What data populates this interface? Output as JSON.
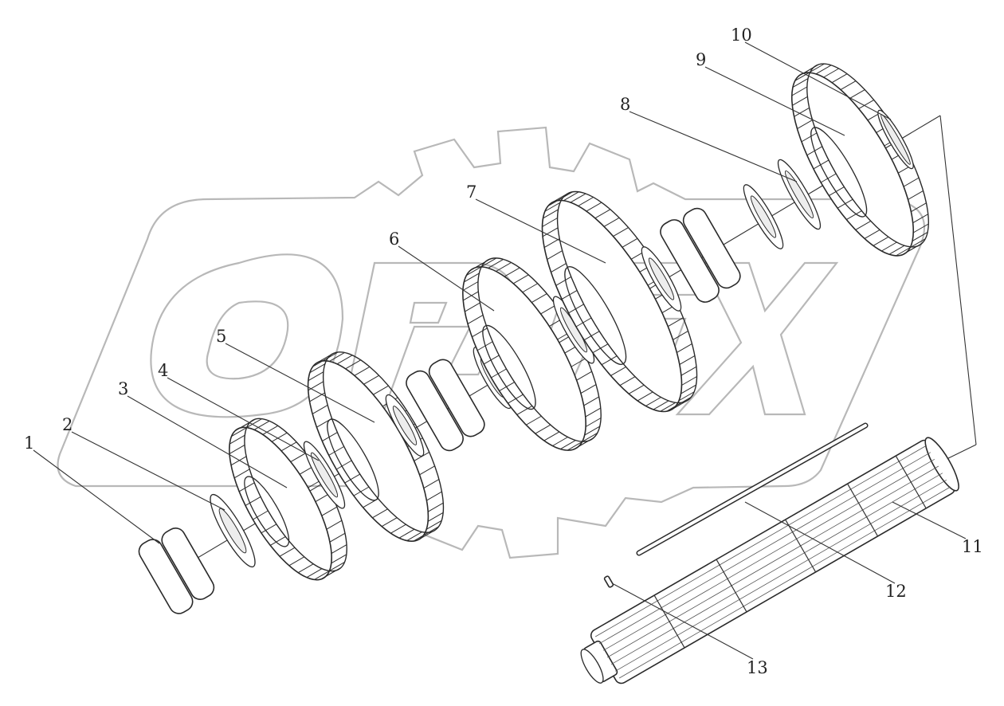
{
  "callouts": [
    {
      "id": "1",
      "label": "1"
    },
    {
      "id": "2",
      "label": "2"
    },
    {
      "id": "3",
      "label": "3"
    },
    {
      "id": "4",
      "label": "4"
    },
    {
      "id": "5",
      "label": "5"
    },
    {
      "id": "6",
      "label": "6"
    },
    {
      "id": "7",
      "label": "7"
    },
    {
      "id": "8",
      "label": "8"
    },
    {
      "id": "9",
      "label": "9"
    },
    {
      "id": "10",
      "label": "10"
    },
    {
      "id": "11",
      "label": "11"
    },
    {
      "id": "12",
      "label": "12"
    },
    {
      "id": "13",
      "label": "13"
    }
  ],
  "watermark": {
    "text": "ORFX",
    "color": "#b8b8b8"
  },
  "colors": {
    "line": "#2a2a2a",
    "background": "#ffffff"
  }
}
